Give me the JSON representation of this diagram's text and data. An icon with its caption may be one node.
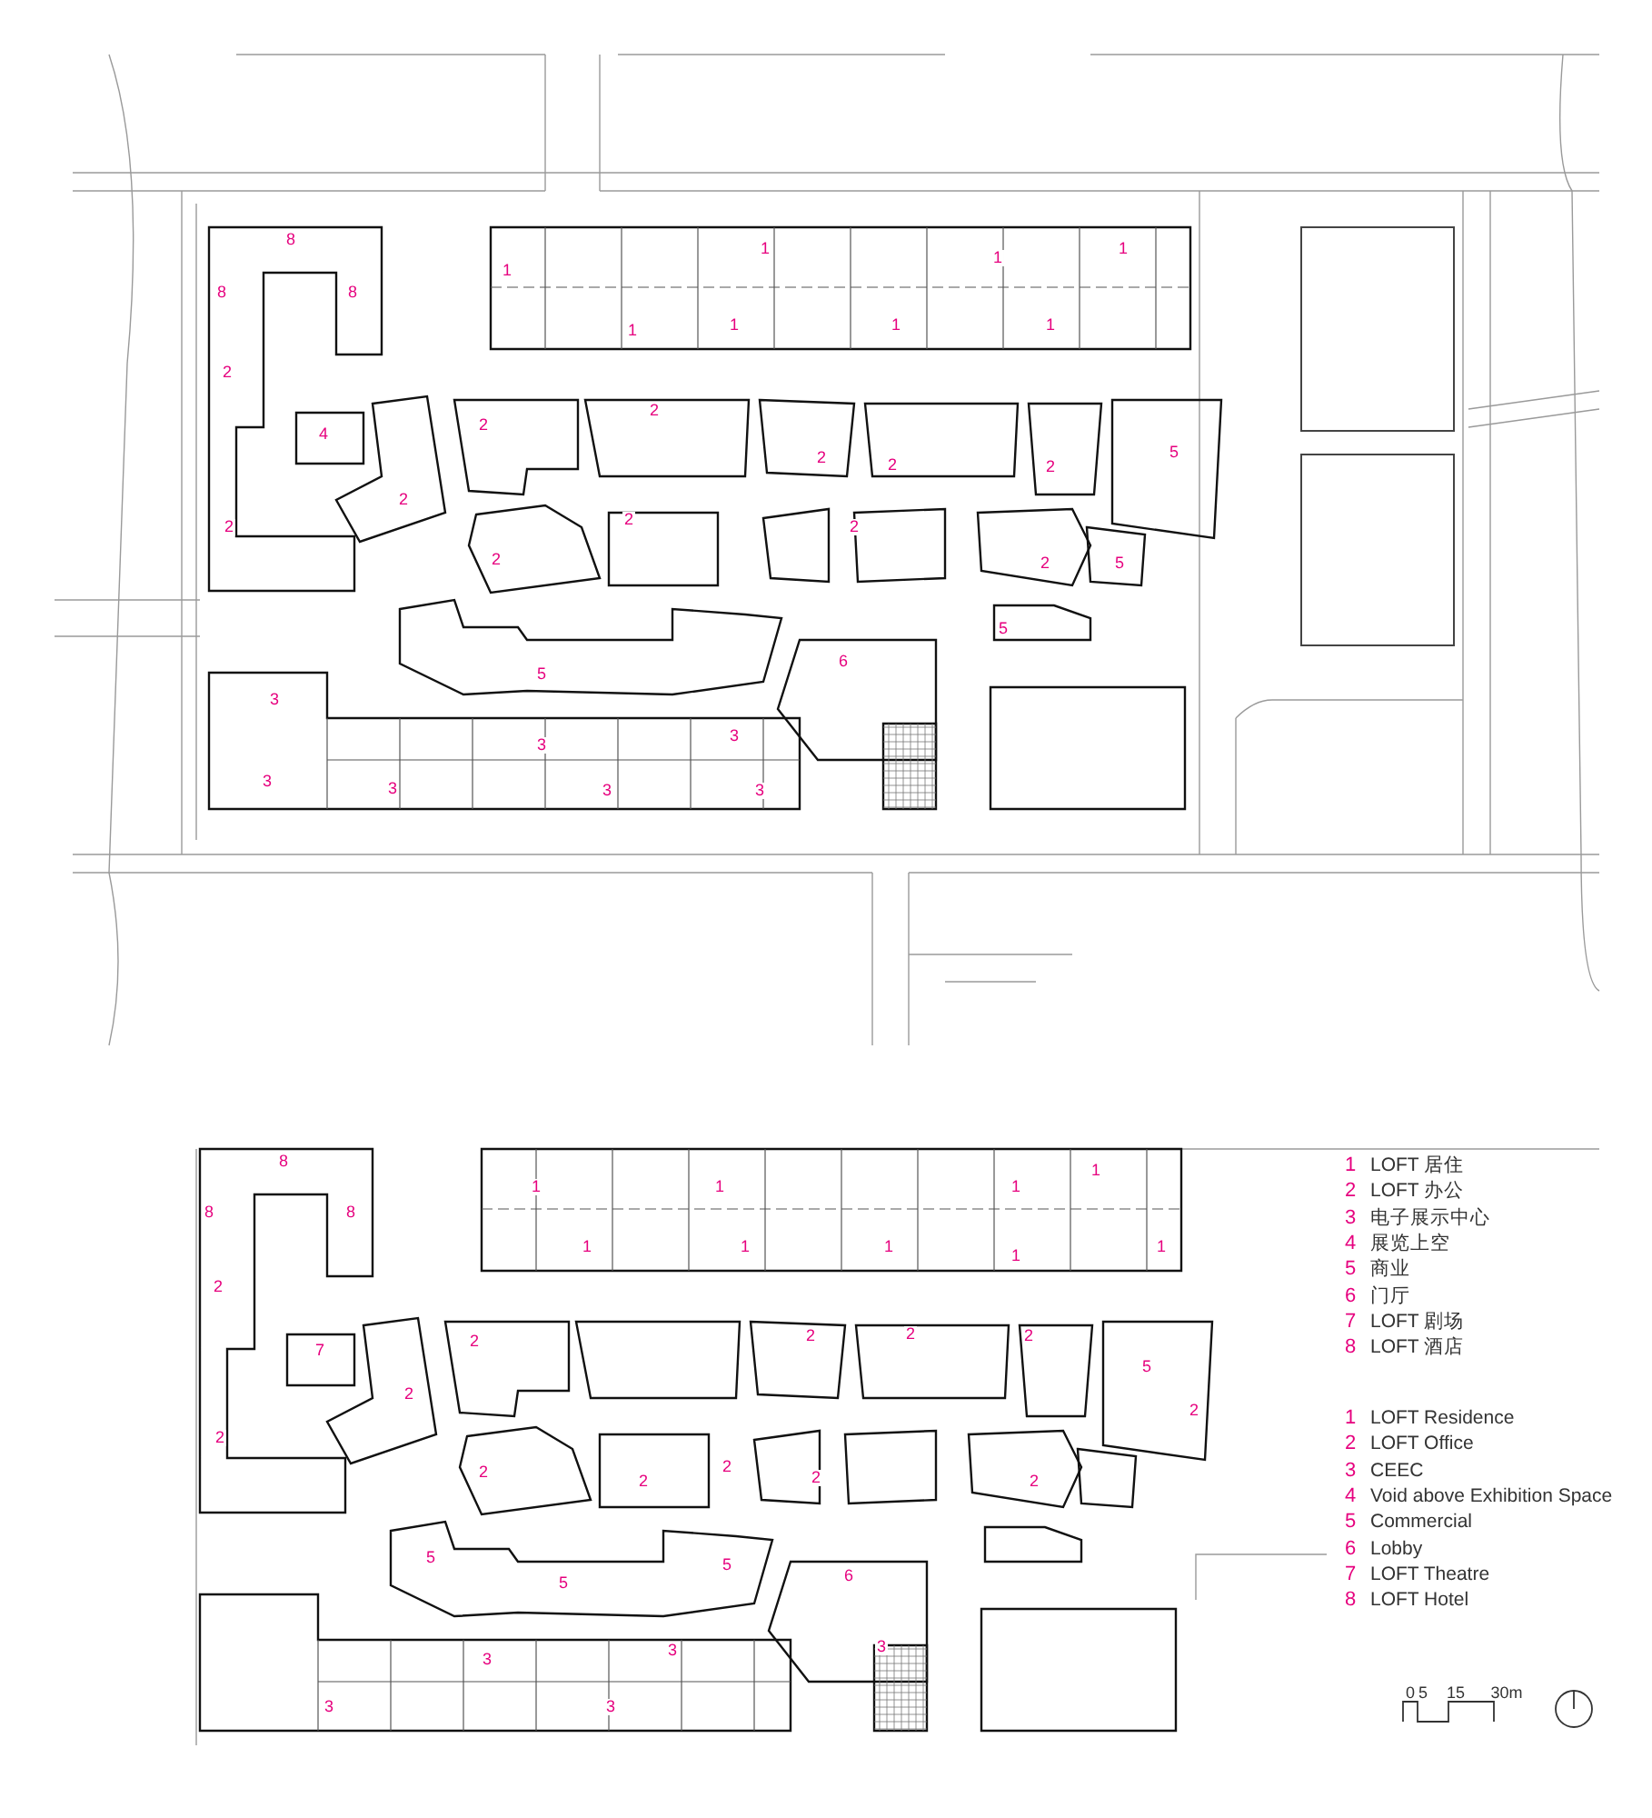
{
  "diagram": {
    "labels": [
      "8",
      "8",
      "8",
      "1",
      "1",
      "1",
      "1",
      "1",
      "1",
      "1",
      "1",
      "2",
      "4",
      "2",
      "2",
      "2",
      "2",
      "2",
      "5",
      "2",
      "2",
      "2",
      "2",
      "2",
      "2",
      "5",
      "5",
      "6",
      "5",
      "3",
      "3",
      "3",
      "3",
      "3",
      "3",
      "3",
      "8",
      "8",
      "8",
      "1",
      "1",
      "1",
      "1",
      "1",
      "1",
      "1",
      "1",
      "1",
      "2",
      "2",
      "2",
      "2",
      "2",
      "7",
      "5",
      "2",
      "2",
      "2",
      "2",
      "2",
      "2",
      "2",
      "2",
      "5",
      "5",
      "6",
      "5",
      "3",
      "3",
      "3",
      "3",
      "3",
      "1",
      "LOFT 居住",
      "2",
      "LOFT 办公",
      "3",
      "电子展示中心",
      "4",
      "展览上空",
      "5",
      "商业",
      "6",
      "门厅",
      "7",
      "LOFT 剧场",
      "8",
      "LOFT 酒店",
      "1",
      "LOFT Residence",
      "2",
      "LOFT Office",
      "3",
      "CEEC",
      "4",
      "Void above Exhibition Space",
      "5",
      "Commercial",
      "6",
      "Lobby",
      "7",
      "LOFT Theatre",
      "8",
      "LOFT Hotel",
      "0",
      "5",
      "15",
      "30m"
    ]
  }
}
